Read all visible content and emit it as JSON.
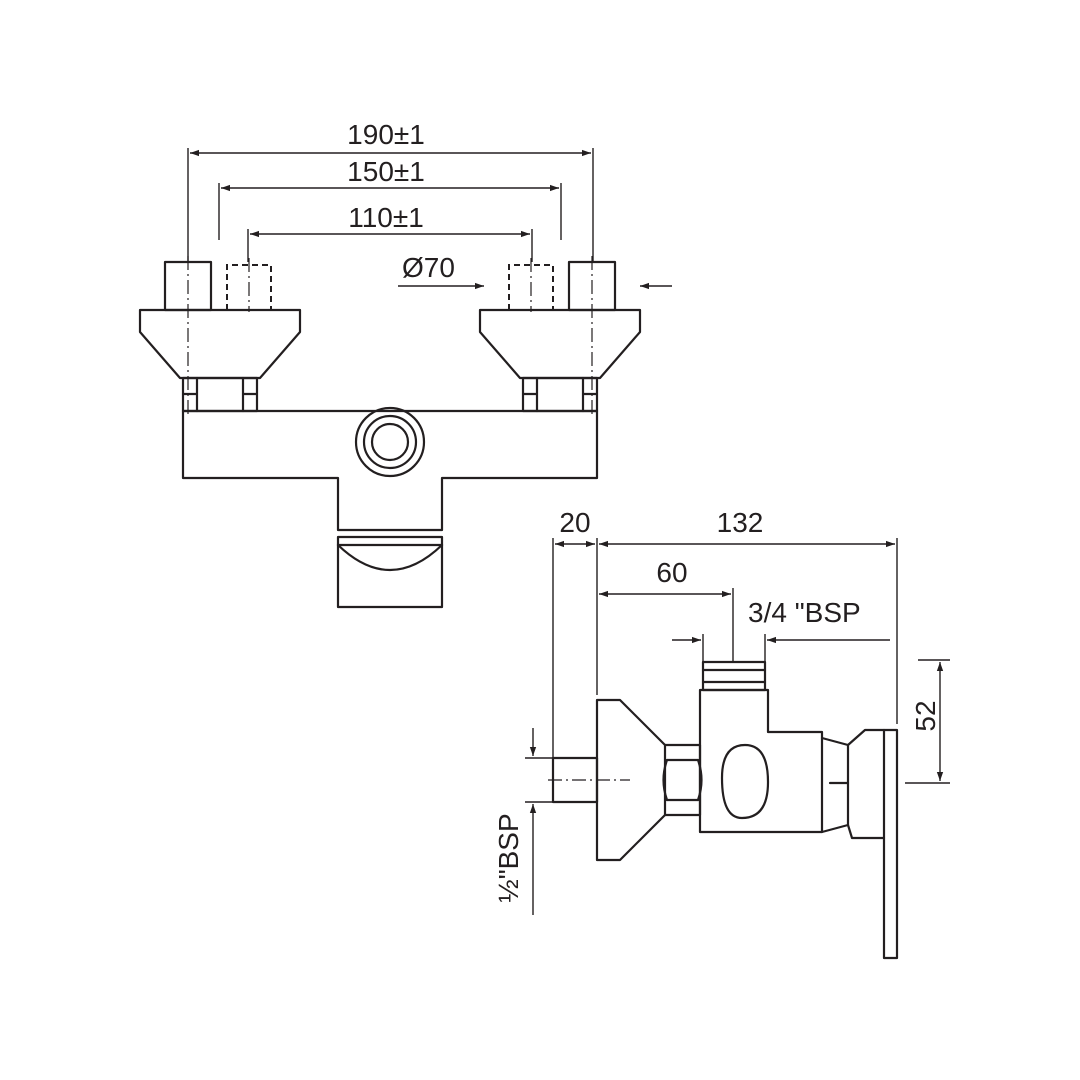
{
  "drawing": {
    "front_view": {
      "overall_width": "190±1",
      "outer_centres": "150±1",
      "inner_centres": "110±1",
      "flange_diameter": "Ø70"
    },
    "side_view": {
      "inlet_projection": "20",
      "overall_depth": "132",
      "outlet_offset": "60",
      "outlet_thread": "3/4 \"BSP",
      "outlet_height": "52",
      "inlet_thread": "½\"BSP"
    }
  }
}
